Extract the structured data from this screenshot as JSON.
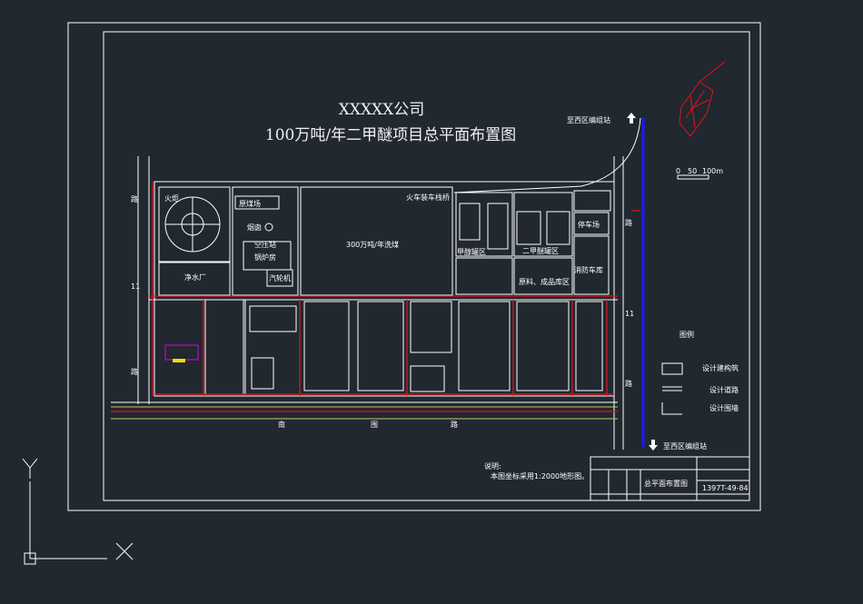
{
  "title": {
    "company": "XXXXX公司",
    "project": "100万吨/年二甲醚项目总平面布置图"
  },
  "labels": {
    "to_west_top": "至西区编组站",
    "to_west_bottom": "至西区编组站",
    "flare": "火炬",
    "water_plant": "净水厂",
    "coal_yard": "原煤场",
    "chimney": "烟囱",
    "air_station": "空压站",
    "boiler": "锅炉房",
    "turbine": "汽轮机",
    "coal_washing": "300万吨/年洗煤",
    "rail_loading": "火车装车栈桥",
    "methanol_tanks": "甲醇罐区",
    "dme_tanks": "二甲醚罐区",
    "parking": "停车场",
    "fire_station": "消防车库",
    "warehouse": "原料、成品库区",
    "road_left_1": "路",
    "road_left_2": "11",
    "road_left_3": "路",
    "road_right_1": "路",
    "road_right_2": "11",
    "road_right_3": "路",
    "road_bottom_1": "南",
    "road_bottom_2": "围",
    "road_bottom_3": "路"
  },
  "scale": {
    "zero": "0",
    "mid": "50",
    "end": "100m"
  },
  "legend": {
    "title": "图例",
    "building": "设计建构筑",
    "road": "设计道路",
    "wall": "设计围墙"
  },
  "notes": {
    "heading": "说明:",
    "text": "本图坐标采用1:2000地形图。"
  },
  "title_block": {
    "drawing_name": "总平面布置图",
    "drawing_no": "1397T-49-84"
  },
  "colors": {
    "background": "#212830",
    "line": "#ffffff",
    "wall": "#e8101a",
    "rail": "#1a1aff",
    "road_edge": "#c8c860"
  }
}
